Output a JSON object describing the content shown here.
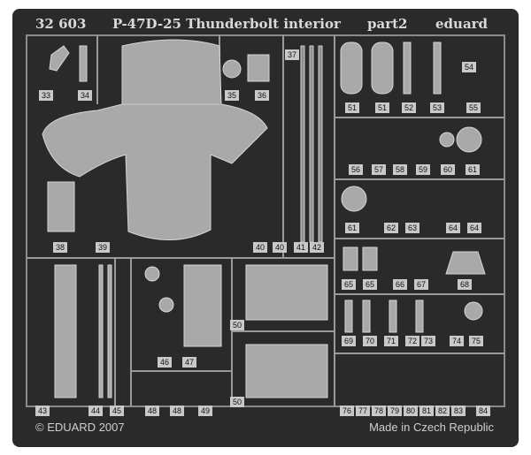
{
  "header": {
    "set_number": "32 603",
    "title": "P-47D-25 Thunderbolt interior",
    "part": "part2",
    "brand": "eduard"
  },
  "footer": {
    "copyright": "© EDUARD 2007",
    "origin": "Made in Czech Republic"
  },
  "colors": {
    "background": "#2a2a2a",
    "metal": "#a9a9a9",
    "frame": "#8a8a8a",
    "text": "#d9d9d9"
  },
  "part_labels": [
    {
      "id": "l33",
      "text": "33"
    },
    {
      "id": "l34",
      "text": "34"
    },
    {
      "id": "l35",
      "text": "35"
    },
    {
      "id": "l36",
      "text": "36"
    },
    {
      "id": "l37",
      "text": "37"
    },
    {
      "id": "l51a",
      "text": "51"
    },
    {
      "id": "l51b",
      "text": "51"
    },
    {
      "id": "l52",
      "text": "52"
    },
    {
      "id": "l53",
      "text": "53"
    },
    {
      "id": "l54",
      "text": "54"
    },
    {
      "id": "l55",
      "text": "55"
    },
    {
      "id": "l56",
      "text": "56"
    },
    {
      "id": "l57",
      "text": "57"
    },
    {
      "id": "l58",
      "text": "58"
    },
    {
      "id": "l59",
      "text": "59"
    },
    {
      "id": "l60",
      "text": "60"
    },
    {
      "id": "l61a",
      "text": "61"
    },
    {
      "id": "l61b",
      "text": "61"
    },
    {
      "id": "l62",
      "text": "62"
    },
    {
      "id": "l63",
      "text": "63"
    },
    {
      "id": "l64a",
      "text": "64"
    },
    {
      "id": "l64b",
      "text": "64"
    },
    {
      "id": "l38",
      "text": "38"
    },
    {
      "id": "l39",
      "text": "39"
    },
    {
      "id": "l40a",
      "text": "40"
    },
    {
      "id": "l40b",
      "text": "40"
    },
    {
      "id": "l41",
      "text": "41"
    },
    {
      "id": "l42",
      "text": "42"
    },
    {
      "id": "l65a",
      "text": "65"
    },
    {
      "id": "l65b",
      "text": "65"
    },
    {
      "id": "l66",
      "text": "66"
    },
    {
      "id": "l67",
      "text": "67"
    },
    {
      "id": "l68",
      "text": "68"
    },
    {
      "id": "l50a",
      "text": "50"
    },
    {
      "id": "l50b",
      "text": "50"
    },
    {
      "id": "l69",
      "text": "69"
    },
    {
      "id": "l70",
      "text": "70"
    },
    {
      "id": "l71",
      "text": "71"
    },
    {
      "id": "l72",
      "text": "72"
    },
    {
      "id": "l73",
      "text": "73"
    },
    {
      "id": "l74",
      "text": "74"
    },
    {
      "id": "l75",
      "text": "75"
    },
    {
      "id": "l46",
      "text": "46"
    },
    {
      "id": "l47",
      "text": "47"
    },
    {
      "id": "l43",
      "text": "43"
    },
    {
      "id": "l44",
      "text": "44"
    },
    {
      "id": "l45",
      "text": "45"
    },
    {
      "id": "l48a",
      "text": "48"
    },
    {
      "id": "l48b",
      "text": "48"
    },
    {
      "id": "l49",
      "text": "49"
    },
    {
      "id": "l76",
      "text": "76"
    },
    {
      "id": "l77",
      "text": "77"
    },
    {
      "id": "l78",
      "text": "78"
    },
    {
      "id": "l79",
      "text": "79"
    },
    {
      "id": "l80",
      "text": "80"
    },
    {
      "id": "l81",
      "text": "81"
    },
    {
      "id": "l82",
      "text": "82"
    },
    {
      "id": "l83",
      "text": "83"
    },
    {
      "id": "l84",
      "text": "84"
    }
  ]
}
